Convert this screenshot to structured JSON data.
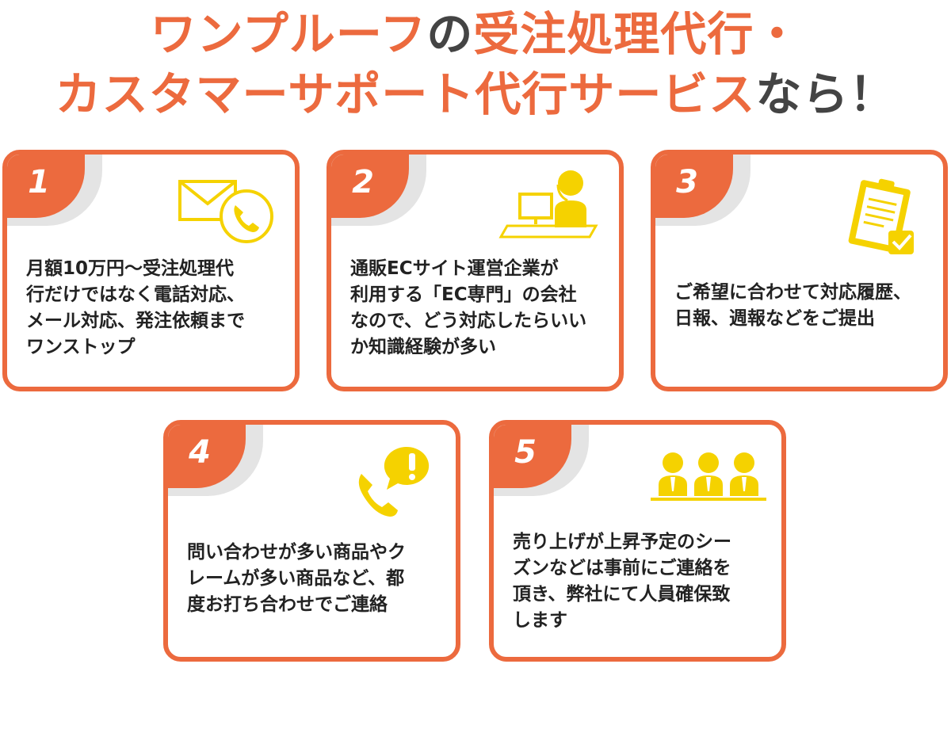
{
  "header": {
    "line1": {
      "part1": "ワンプルーフ",
      "part2": "の",
      "part3": "受注処理代行・"
    },
    "line2": {
      "part1": "カスタマーサポート代行サービス",
      "part2": "なら！"
    }
  },
  "colors": {
    "accent": "#ec6a3e",
    "icon": "#f5d200",
    "text": "#222222",
    "shadow": "#e4e4e4"
  },
  "cards": [
    {
      "number": "1",
      "icon": "mail-phone-icon",
      "lines": [
        "月額10万円～受注処理代",
        "行だけではなく電話対応、",
        "メール対応、発注依頼まで",
        "ワンストップ"
      ]
    },
    {
      "number": "2",
      "icon": "operator-icon",
      "lines": [
        "通販ECサイト運営企業が",
        "利用する「EC専門」の会社",
        "なので、どう対応したらいい",
        "か知識経験が多い"
      ]
    },
    {
      "number": "3",
      "icon": "report-document-icon",
      "lines": [
        "ご希望に合わせて対応履歴、",
        "日報、週報などをご提出"
      ]
    },
    {
      "number": "4",
      "icon": "phone-alert-icon",
      "lines": [
        "問い合わせが多い商品やク",
        "レームが多い商品など、都",
        "度お打ち合わせでご連絡"
      ]
    },
    {
      "number": "5",
      "icon": "staff-team-icon",
      "lines": [
        "売り上げが上昇予定のシー",
        "ズンなどは事前にご連絡を",
        "頂き、弊社にて人員確保致",
        "します"
      ]
    }
  ]
}
